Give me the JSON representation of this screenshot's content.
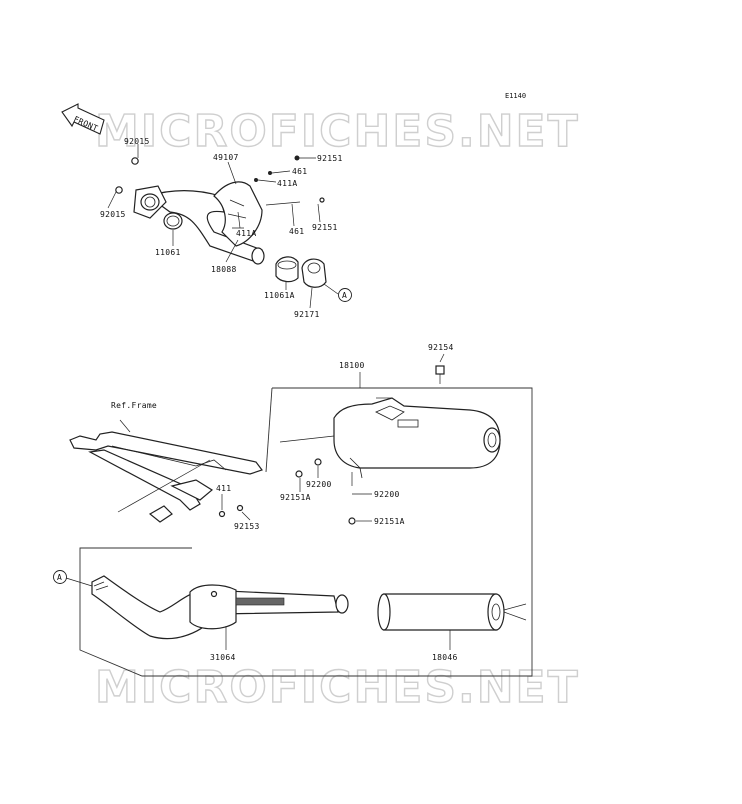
{
  "diagram": {
    "code": "E1140",
    "watermark": "MICROFICHES.NET",
    "front_label": "FRONT",
    "ref_frame_label": "Ref.Frame",
    "callout_a": "A",
    "parts": {
      "p92015_top": "92015",
      "p92015_left": "92015",
      "p49107": "49107",
      "p92151_top": "92151",
      "p461_top": "461",
      "p411A_top": "411A",
      "p411A_bottom": "411A",
      "p461_bottom": "461",
      "p92151_right": "92151",
      "p11061": "11061",
      "p18088": "18088",
      "p11061A": "11061A",
      "p92171": "92171",
      "p92154": "92154",
      "p18100": "18100",
      "p411": "411",
      "p92153": "92153",
      "p92200_a": "92200",
      "p92151A_a": "92151A",
      "p92200_b": "92200",
      "p92151A_b": "92151A",
      "p31064": "31064",
      "p18046": "18046"
    }
  }
}
